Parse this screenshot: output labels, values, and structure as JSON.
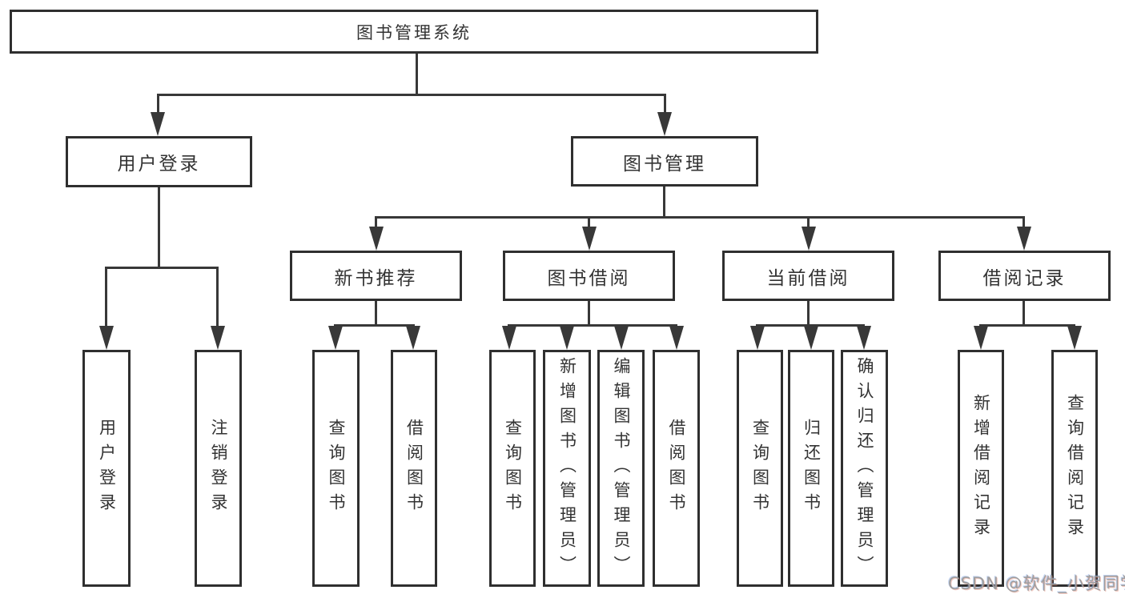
{
  "diagram_type": "hierarchy-tree",
  "title": "图书管理系统",
  "watermark": "CSDN @软件_小贺同学",
  "colors": {
    "line": "#383838",
    "box_border": "#2f2f2f",
    "text": "#333333",
    "background": "#ffffff",
    "watermark_text": "#9e9e9e"
  },
  "tree": {
    "root": {
      "label": "图书管理系统",
      "children": [
        {
          "label": "用户登录",
          "children": [
            {
              "label": "用户登录"
            },
            {
              "label": "注销登录"
            }
          ]
        },
        {
          "label": "图书管理",
          "children": [
            {
              "label": "新书推荐",
              "children": [
                {
                  "label": "查询图书"
                },
                {
                  "label": "借阅图书"
                }
              ]
            },
            {
              "label": "图书借阅",
              "children": [
                {
                  "label": "查询图书"
                },
                {
                  "label": "新增图书（管理员）"
                },
                {
                  "label": "编辑图书（管理员）"
                },
                {
                  "label": "借阅图书"
                }
              ]
            },
            {
              "label": "当前借阅",
              "children": [
                {
                  "label": "查询图书"
                },
                {
                  "label": "归还图书"
                },
                {
                  "label": "确认归还（管理员）"
                }
              ]
            },
            {
              "label": "借阅记录",
              "children": [
                {
                  "label": "新增借阅记录"
                },
                {
                  "label": "查询借阅记录"
                }
              ]
            }
          ]
        }
      ]
    }
  }
}
